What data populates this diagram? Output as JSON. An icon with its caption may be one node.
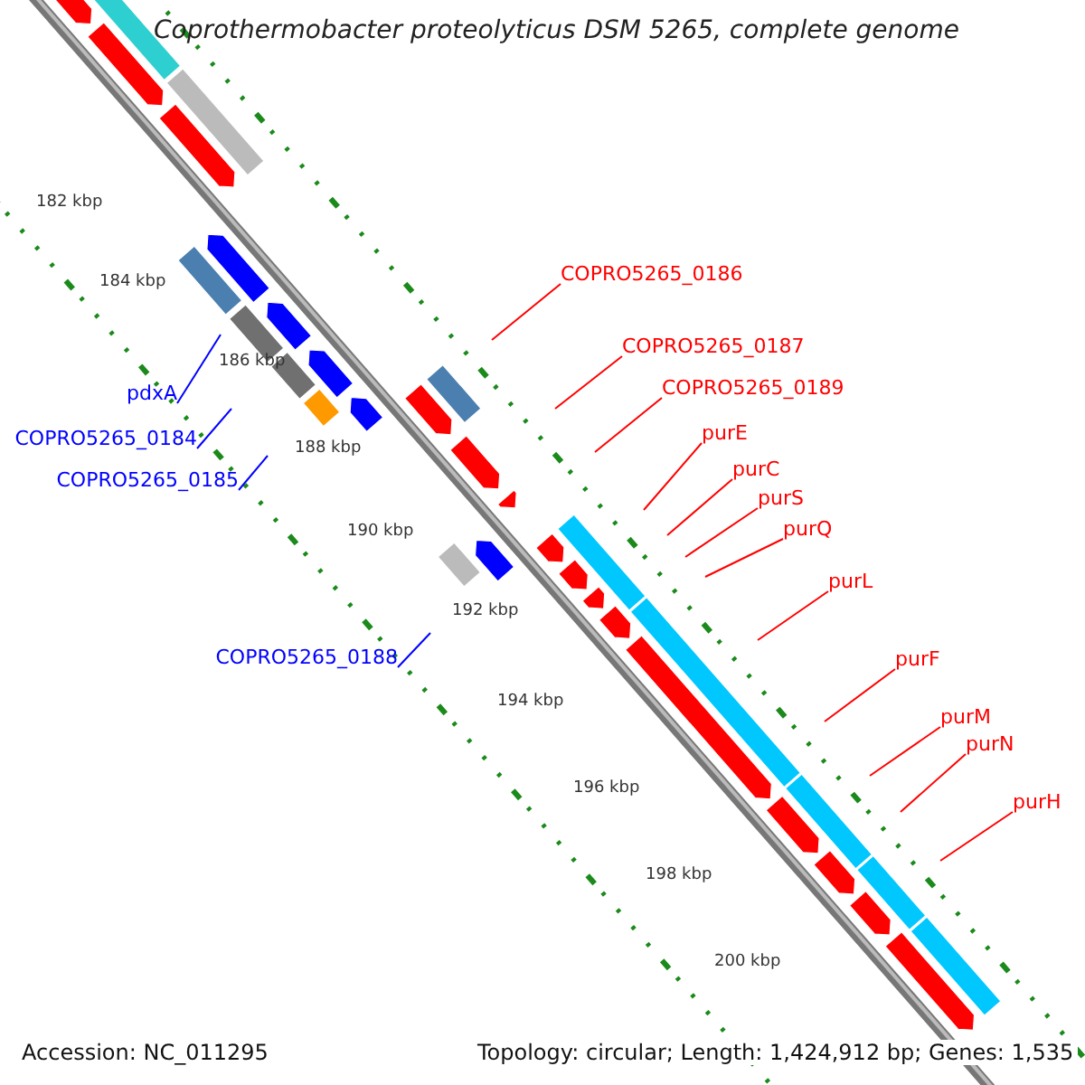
{
  "diagram": {
    "title": "Coprothermobacter proteolyticus DSM 5265, complete genome",
    "nodes": [
      {
        "text": [
          "COPRO5265_0186"
        ]
      },
      {
        "text": [
          "COPRO5265_0187"
        ]
      },
      {
        "text": [
          "COPRO5265_0189"
        ]
      },
      {
        "text": [
          "pdxA"
        ]
      },
      {
        "text": [
          "purE"
        ]
      },
      {
        "text": [
          "COPRO5265_0184"
        ]
      },
      {
        "text": [
          "purC"
        ]
      },
      {
        "text": [
          "COPRO5265_0185"
        ]
      },
      {
        "text": [
          "purS"
        ]
      },
      {
        "text": [
          "purQ"
        ]
      },
      {
        "text": [
          "purL"
        ]
      },
      {
        "text": [
          "COPRO5265_0188"
        ]
      },
      {
        "text": [
          "purF"
        ]
      },
      {
        "text": [
          "purM"
        ]
      },
      {
        "text": [
          "purN"
        ]
      },
      {
        "text": [
          "purH"
        ]
      }
    ],
    "edges": [
      {
        "from": 0,
        "to": null,
        "arrow": "none"
      },
      {
        "from": 1,
        "to": null,
        "arrow": "none"
      },
      {
        "from": 2,
        "to": null,
        "arrow": "none"
      },
      {
        "from": 3,
        "to": null,
        "arrow": "none",
        "color": "#0000ff"
      },
      {
        "from": 4,
        "to": null,
        "arrow": "none"
      },
      {
        "from": 5,
        "to": null,
        "arrow": "none",
        "color": "#0000ff"
      },
      {
        "from": 6,
        "to": null,
        "arrow": "none"
      },
      {
        "from": 7,
        "to": null,
        "arrow": "none",
        "color": "#0000ff"
      },
      {
        "from": 8,
        "to": null,
        "arrow": "none"
      },
      {
        "from": 9,
        "to": null,
        "arrow": "none"
      },
      {
        "from": 10,
        "to": null,
        "arrow": "none"
      },
      {
        "from": 11,
        "to": null,
        "arrow": "none",
        "color": "#0000ff"
      },
      {
        "from": 12,
        "to": null,
        "arrow": "none"
      },
      {
        "from": 13,
        "to": null,
        "arrow": "none"
      },
      {
        "from": 14,
        "to": null,
        "arrow": "none"
      },
      {
        "from": 15,
        "to": null,
        "arrow": "none"
      }
    ],
    "labels": [
      "182 kbp",
      "184 kbp",
      "186 kbp",
      "188 kbp",
      "190 kbp",
      "192 kbp",
      "194 kbp",
      "196 kbp",
      "198 kbp",
      "200 kbp",
      "Accession: NC_011295",
      "Topology: circular; Length: 1,424,912 bp; Genes: 1,535"
    ]
  }
}
